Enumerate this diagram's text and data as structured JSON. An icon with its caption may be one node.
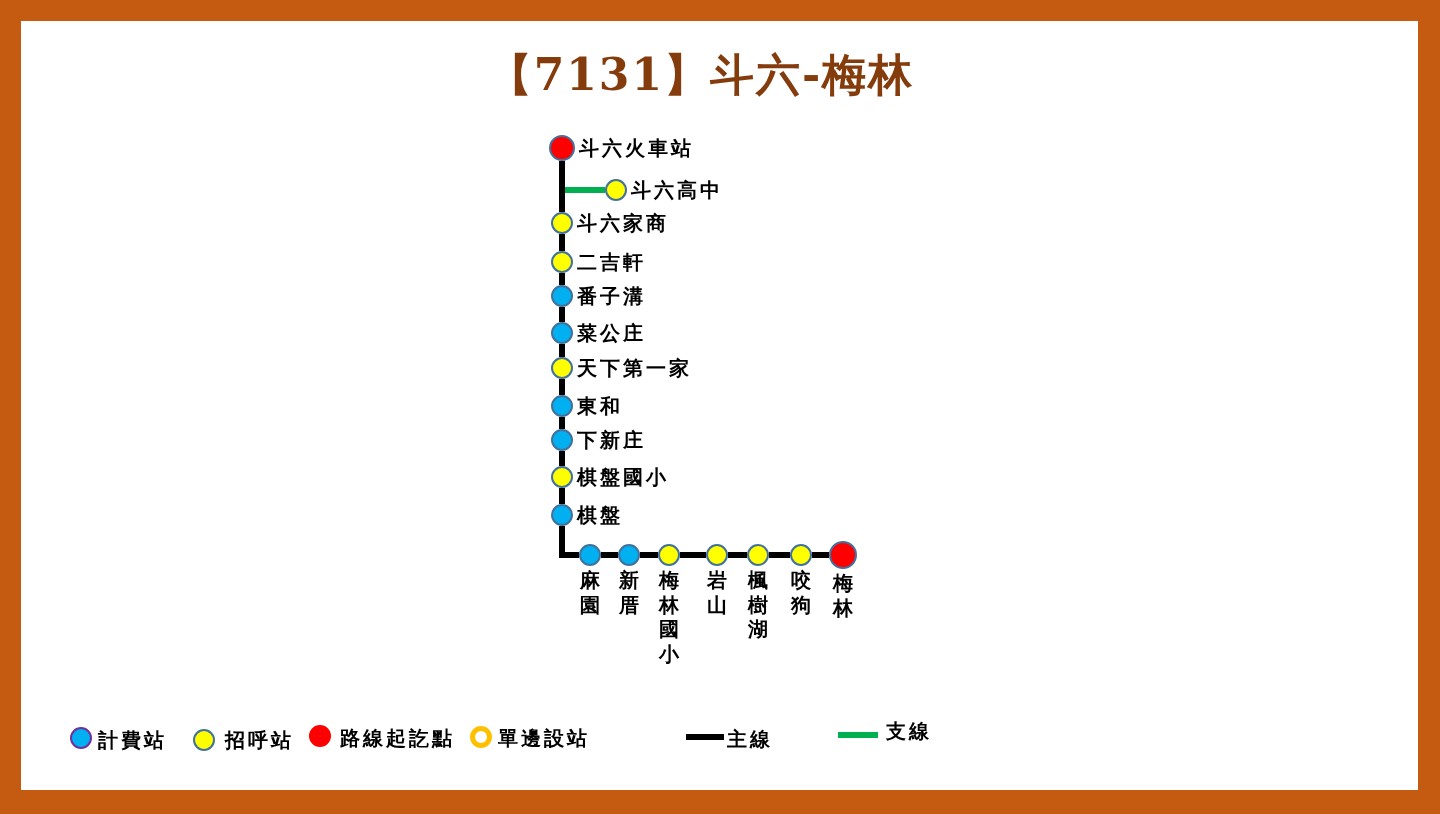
{
  "diagram": {
    "title": "【7131】斗六-梅林",
    "nodes": [
      {
        "text": [
          "斗六火車站"
        ]
      },
      {
        "text": [
          "斗六高中"
        ]
      },
      {
        "text": [
          "斗六家商"
        ]
      },
      {
        "text": [
          "二吉軒"
        ]
      },
      {
        "text": [
          "番子溝"
        ]
      },
      {
        "text": [
          "菜公庄"
        ]
      },
      {
        "text": [
          "天下第一家"
        ]
      },
      {
        "text": [
          "東和"
        ]
      },
      {
        "text": [
          "下新庄"
        ]
      },
      {
        "text": [
          "棋盤國小"
        ]
      },
      {
        "text": [
          "棋盤"
        ]
      },
      {
        "text": [
          "麻園"
        ]
      },
      {
        "text": [
          "新厝"
        ]
      },
      {
        "text": [
          "梅林國小"
        ]
      },
      {
        "text": [
          "岩山"
        ]
      },
      {
        "text": [
          "楓樹湖"
        ]
      },
      {
        "text": [
          "咬狗"
        ]
      },
      {
        "text": [
          "梅林"
        ]
      }
    ],
    "edges": [
      {
        "from": 0,
        "to": 2,
        "arrow": "none"
      },
      {
        "from": null,
        "to": 1,
        "arrow": "none",
        "color": "#00b050"
      },
      {
        "from": 2,
        "to": 3,
        "arrow": "none"
      },
      {
        "from": 3,
        "to": 4,
        "arrow": "none"
      },
      {
        "from": 4,
        "to": 5,
        "arrow": "none"
      },
      {
        "from": 5,
        "to": 6,
        "arrow": "none"
      },
      {
        "from": 6,
        "to": 7,
        "arrow": "none"
      },
      {
        "from": 7,
        "to": 8,
        "arrow": "none"
      },
      {
        "from": 8,
        "to": 9,
        "arrow": "none"
      },
      {
        "from": 9,
        "to": 10,
        "arrow": "none"
      },
      {
        "from": 10,
        "to": 11,
        "arrow": "none"
      },
      {
        "from": 11,
        "to": 12,
        "arrow": "none"
      },
      {
        "from": 12,
        "to": 13,
        "arrow": "none"
      },
      {
        "from": 13,
        "to": 14,
        "arrow": "none"
      },
      {
        "from": 14,
        "to": 15,
        "arrow": "none"
      },
      {
        "from": 15,
        "to": 16,
        "arrow": "none"
      },
      {
        "from": 16,
        "to": 17,
        "arrow": "none"
      }
    ],
    "legend": [
      {
        "text": "計費站",
        "color": "#00b0f0"
      },
      {
        "text": "招呼站",
        "color": "#ffff00"
      },
      {
        "text": "路線起訖點",
        "color": "#ff0000"
      },
      {
        "text": "單邊設站",
        "color": "#ffc000"
      },
      {
        "text": "主線"
      },
      {
        "text": "支線"
      }
    ]
  }
}
